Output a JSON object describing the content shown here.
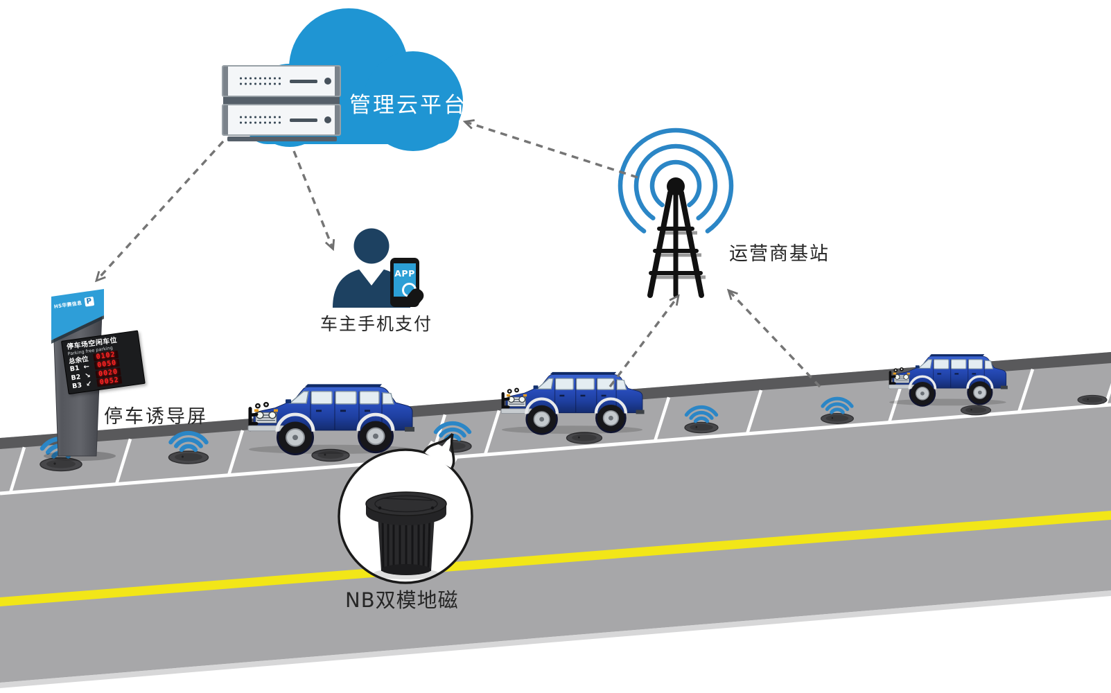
{
  "diagram": {
    "cloud_platform_label": "管理云平台",
    "owner_payment_label": "车主手机支付",
    "phone_app_label": "APP",
    "base_station_label": "运营商基站",
    "guidance_screen_label": "停车诱导屏",
    "sensor_label": "NB双模地磁"
  },
  "guidance_sign": {
    "brand": "HS华赛信息",
    "brand_badge": "P",
    "screen_title_cn": "停车场空闲车位",
    "screen_title_en": "Parking free parking",
    "total_label": "总余位",
    "total_value": "0102",
    "zones": [
      {
        "zone": "B1",
        "direction": "←",
        "value": "0050"
      },
      {
        "zone": "B2",
        "direction": "↘",
        "value": "0020"
      },
      {
        "zone": "B3",
        "direction": "↙",
        "value": "0052"
      }
    ]
  },
  "colors": {
    "cloud_blue": "#1f95d3",
    "signal_blue": "#2b86c6",
    "led_red": "#ff2222",
    "road_gray": "#a7a7a9",
    "curb_gray": "#59595b",
    "lane_yellow": "#f2e618",
    "car_blue": "#2348b0",
    "person_navy": "#1d4161"
  }
}
